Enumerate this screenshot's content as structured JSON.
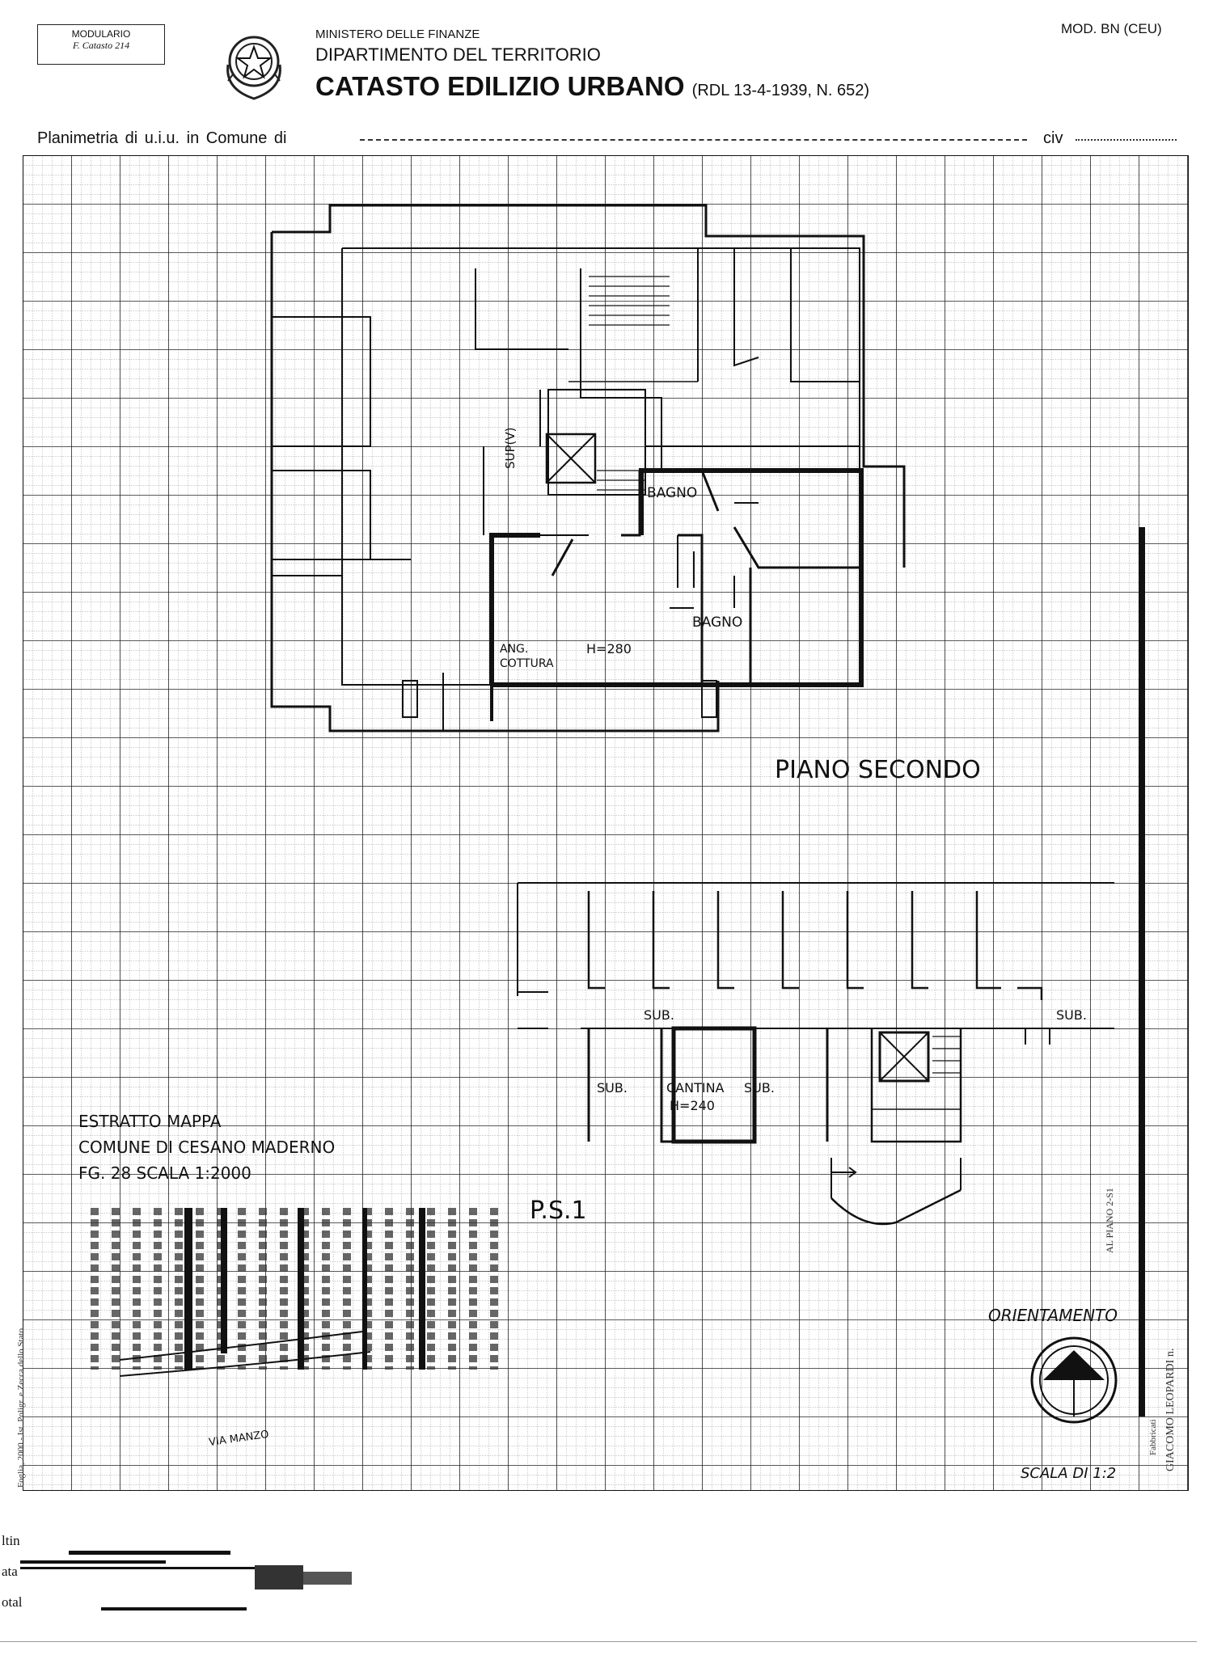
{
  "header": {
    "modulario": "MODULARIO",
    "catasto_form": "F. Catasto 214",
    "ministry": "MINISTERO DELLE FINANZE",
    "department": "DIPARTIMENTO DEL TERRITORIO",
    "title": "CATASTO EDILIZIO URBANO",
    "rdl": "(RDL 13-4-1939, N. 652)",
    "model": "MOD. BN (CEU)",
    "planimetria_label": "Planimetria di u.i.u. in Comune di",
    "civ_label": "civ"
  },
  "plan": {
    "labels": {
      "bagno_1": "BAGNO",
      "bagno_2": "BAGNO",
      "ang_cottura_1": "ANG.",
      "ang_cottura_2": "COTTURA",
      "height_main": "H=280",
      "sup": "SUP(V)",
      "floor_title": "PIANO SECONDO",
      "sub_1": "SUB.",
      "sub_2": "SUB.",
      "sub_3": "SUB.",
      "sub_4": "SUB.",
      "cantina": "CANTINA",
      "height_cantina": "H=240",
      "ps1": "P.S.1"
    },
    "estratto": {
      "line1": "ESTRATTO MAPPA",
      "line2": "COMUNE DI CESANO MADERNO",
      "line3": "FG. 28  SCALA 1:2000",
      "street": "VIA MANZO"
    },
    "orientamento": "ORIENTAMENTO",
    "scala": "SCALA DI 1:2",
    "side_stamp": "Foglia, 2000 - Ist. Poligr. e Zecca dello Stato",
    "side_right_1": "GIACOMO LEOPARDI n.",
    "side_right_2": "Fabbricati",
    "side_right_3": "AL PIANO 2-S1"
  },
  "footer": {
    "line1": "ltin",
    "line2": "ata",
    "line3": "otal"
  }
}
